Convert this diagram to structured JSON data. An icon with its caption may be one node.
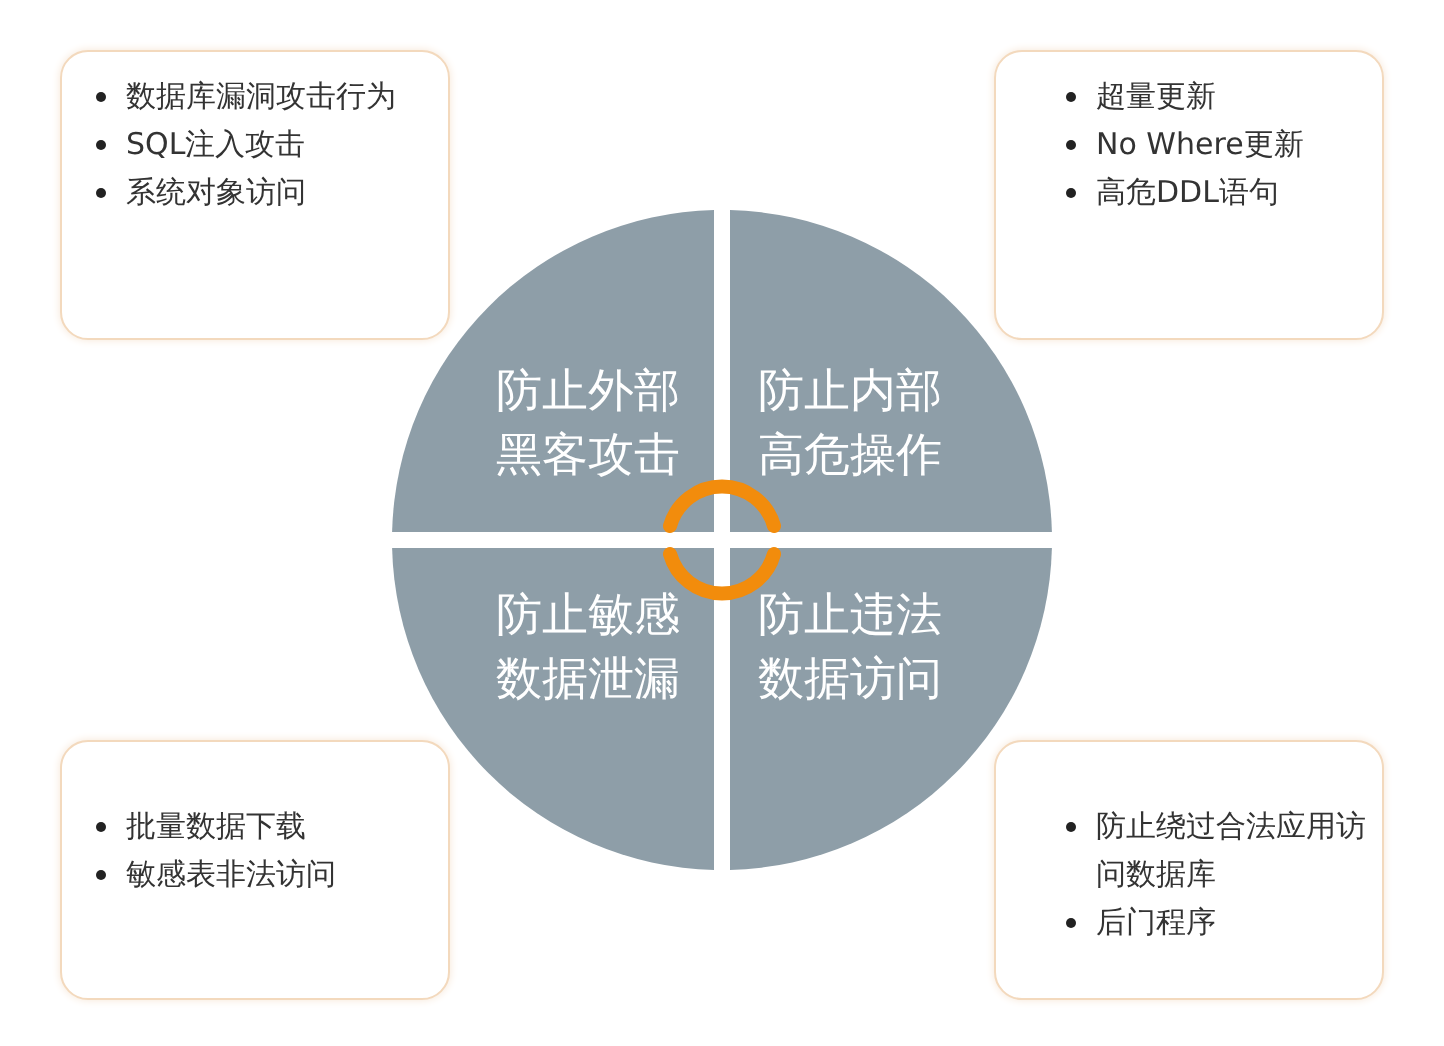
{
  "diagram": {
    "nodes": [
      {
        "text": [
          "防止外部黑客攻击"
        ]
      },
      {
        "text": [
          "防止内部高危操作"
        ]
      },
      {
        "text": [
          "防止敏感数据泄漏"
        ]
      },
      {
        "text": [
          "防止违法数据访问"
        ]
      },
      {
        "text": [
          "数据库漏洞攻击行为",
          "SQL注入攻击",
          "系统对象访问"
        ]
      },
      {
        "text": [
          "超量更新",
          "No Where更新",
          "高危DDL语句"
        ]
      },
      {
        "text": [
          "批量数据下载",
          "敏感表非法访问"
        ]
      },
      {
        "text": [
          "防止绕过合法应用访问数据库",
          "后门程序"
        ]
      }
    ],
    "edges": []
  }
}
